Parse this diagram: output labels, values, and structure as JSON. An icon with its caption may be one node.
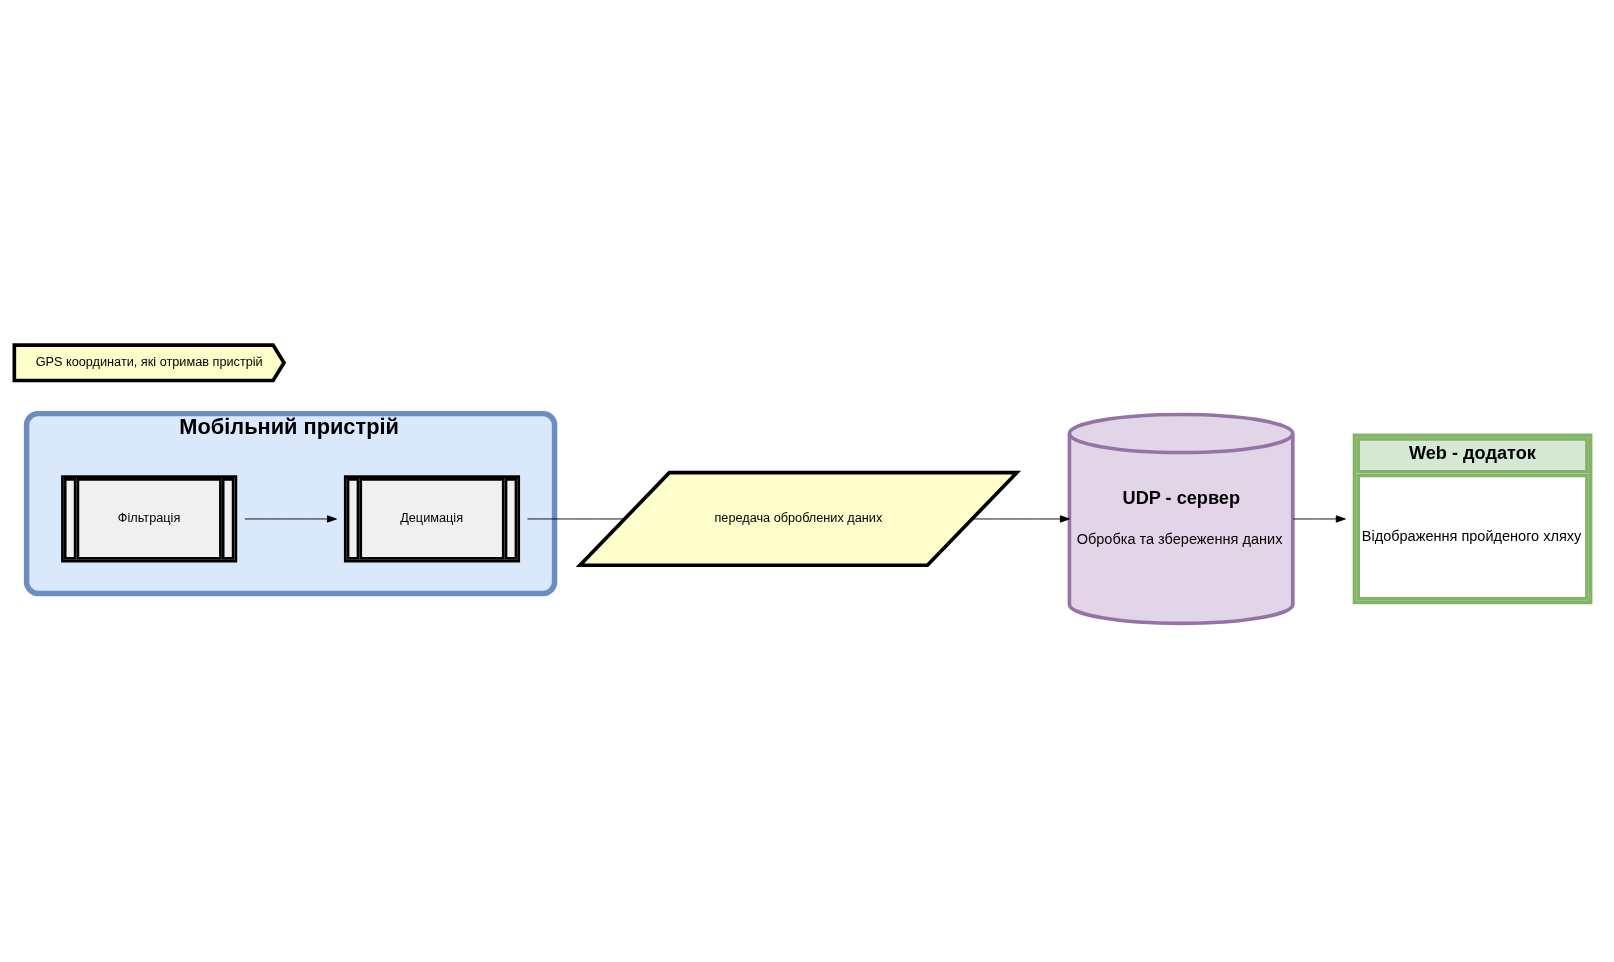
{
  "diagram": {
    "nodes": [
      {
        "text": [
          "Мобільний пристрій"
        ]
      },
      {
        "text": [
          "Фільтрація"
        ],
        "in": 0
      },
      {
        "text": [
          "Децимація"
        ],
        "in": 0
      },
      {
        "text": [
          "GPS координати, які отримав пристрій"
        ]
      },
      {
        "text": [
          "передача оброблених даних"
        ]
      },
      {
        "text": [
          "UDP - сервер",
          "Обробка та збереження даних"
        ]
      },
      {
        "text": [
          "Web - додаток",
          "Відображення пройденого хляху"
        ]
      }
    ],
    "edges": [
      {
        "from": 1,
        "to": 2,
        "arrow": "to"
      },
      {
        "from": 2,
        "to": 4,
        "arrow": "none"
      },
      {
        "from": 4,
        "to": 5,
        "arrow": "to"
      },
      {
        "from": 5,
        "to": 6,
        "arrow": "to"
      }
    ]
  }
}
